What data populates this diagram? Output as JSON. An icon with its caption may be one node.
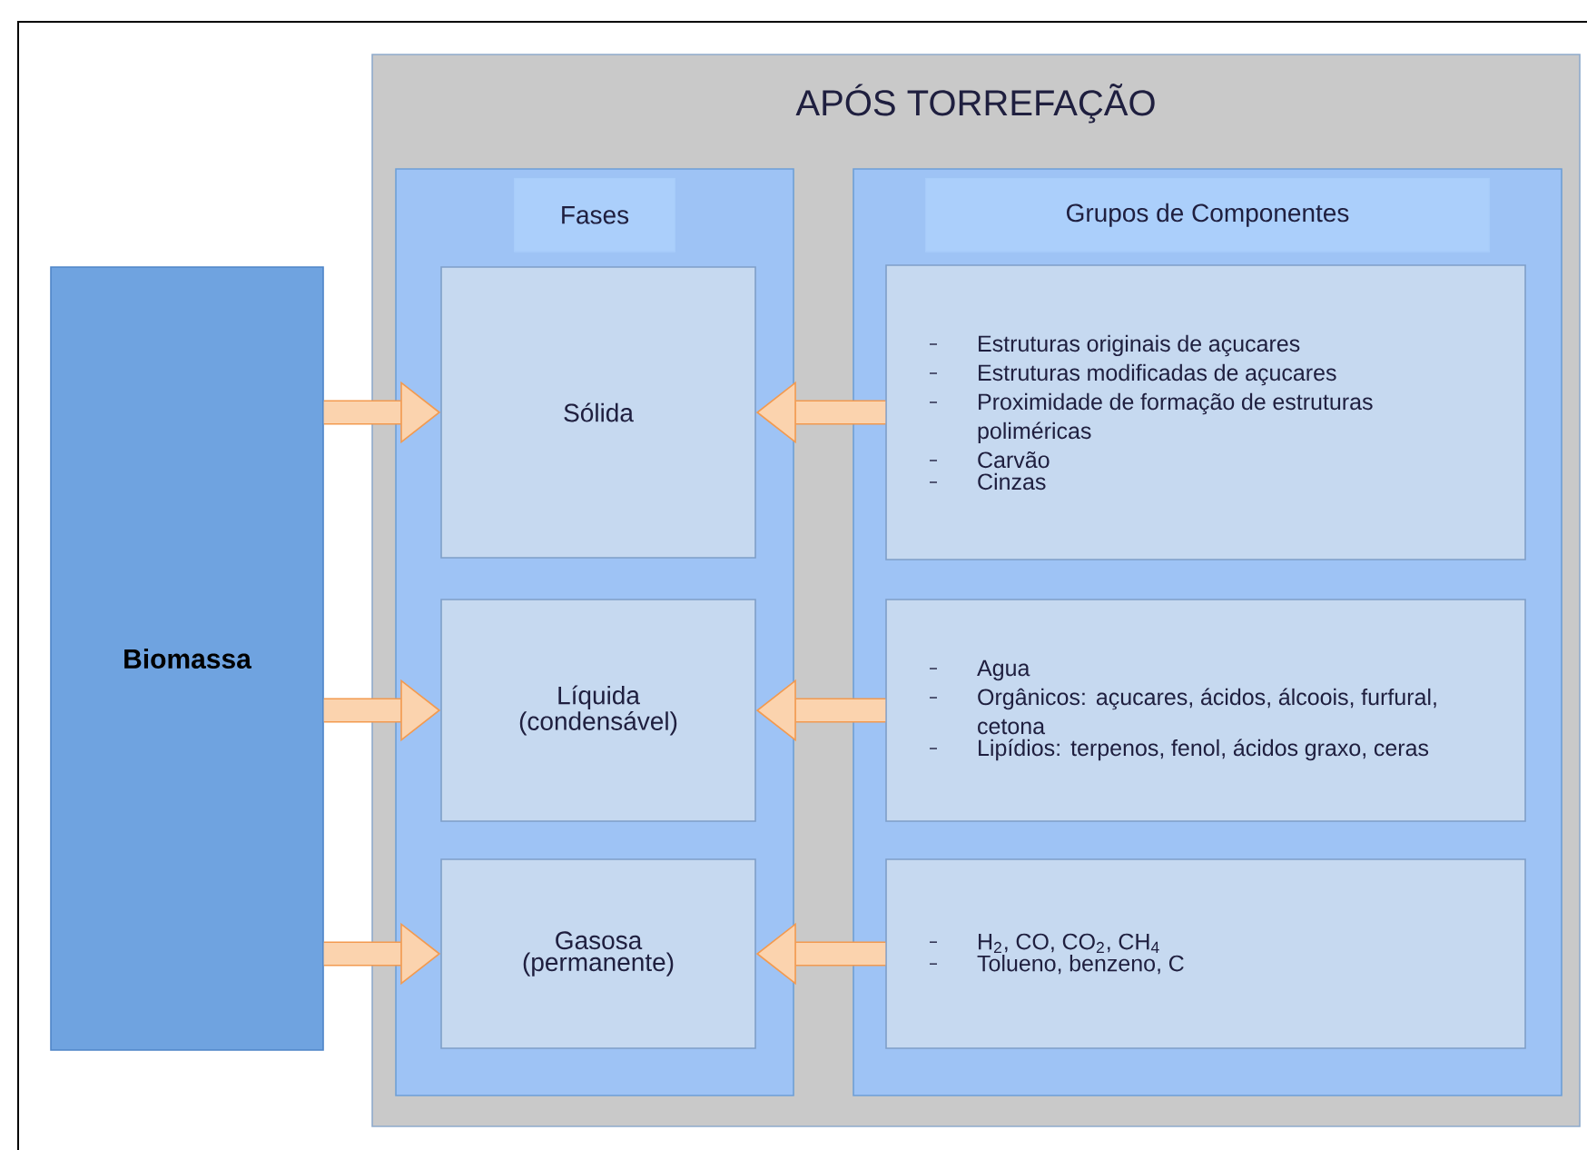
{
  "diagram": {
    "nodes": [
      {
        "text": [
          "Biomassa"
        ]
      },
      {
        "text": [
          "APÓS TORREFAÇÃO"
        ]
      },
      {
        "text": [
          "Fases"
        ],
        "in": 1
      },
      {
        "text": [
          "Sólida"
        ],
        "in": 2
      },
      {
        "text": [
          "Líquida (condensável)"
        ],
        "in": 2
      },
      {
        "text": [
          "Gasosa (permanente)"
        ],
        "in": 2
      },
      {
        "text": [
          "Grupos de Componentes"
        ],
        "in": 1
      },
      {
        "text": [
          "Estruturas originais de açucares",
          "Estruturas modificadas de açucares",
          "Proximidade de formação de estruturas poliméricas",
          "Carvão",
          "Cinzas"
        ],
        "in": 6
      },
      {
        "text": [
          "Agua",
          "Orgânicos: açucares, ácidos, álcoois, furfural, cetona",
          "Lipídios: terpenos, fenol, ácidos graxo, ceras"
        ],
        "in": 6
      },
      {
        "text": [
          "H$_{2}$, CO, CO$_{2}$, CH$_{4}$",
          "Tolueno, benzeno, C"
        ],
        "in": 6
      }
    ],
    "edges": [
      {
        "from": 0,
        "to": 3,
        "arrow": "to"
      },
      {
        "from": 0,
        "to": 4,
        "arrow": "to"
      },
      {
        "from": 0,
        "to": 5,
        "arrow": "to"
      },
      {
        "from": 7,
        "to": 3,
        "arrow": "to"
      },
      {
        "from": 8,
        "to": 4,
        "arrow": "to"
      },
      {
        "from": 9,
        "to": 5,
        "arrow": "to"
      }
    ]
  }
}
